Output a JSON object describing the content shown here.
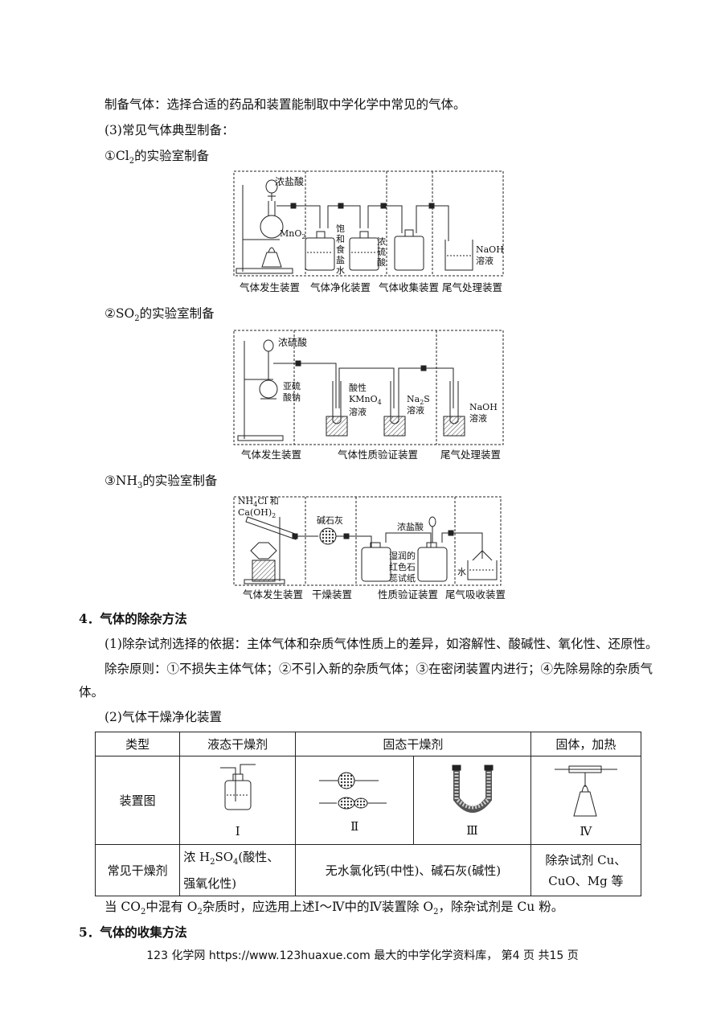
{
  "text": {
    "prep_gas": "制备气体：选择合适的药品和装置能制取中学化学中常见的气体。",
    "typical_prep": "(3)常见气体典型制备：",
    "cl2_title_pre": "①Cl",
    "cl2_title_sub": "2",
    "cl2_title_post": "的实验室制备",
    "so2_title_pre": "②SO",
    "so2_title_sub": "2",
    "so2_title_post": "的实验室制备",
    "nh3_title_pre": "③NH",
    "nh3_title_sub": "3",
    "nh3_title_post": "的实验室制备",
    "sec4_title": "4．气体的除杂方法",
    "sec4_p1": "(1)除杂试剂选择的依据：主体气体和杂质气体性质上的差异，如溶解性、酸碱性、氧化性、还原性。",
    "sec4_p2a": "除杂原则：①不损失主体气体；②不引入新的杂质气体；③在密闭装置内进行；④先除易除的杂质气",
    "sec4_p2b": "体。",
    "sec4_p3": "(2)气体干燥净化装置",
    "note_a": "当 CO",
    "note_b": "2",
    "note_c": "中混有 O",
    "note_d": "2",
    "note_e": "杂质时，应选用上述Ⅰ～Ⅳ中的Ⅳ装置除 O",
    "note_f": "2",
    "note_g": "，除杂试剂是 Cu 粉。",
    "sec5_title": "5．气体的收集方法",
    "footer": "123 化学网  https://www.123huaxue.com  最大的中学化学资料库，  第4 页  共15 页"
  },
  "fig_cl2": {
    "reagent_top": "浓盐酸",
    "mno2_pre": "MnO",
    "mno2_sub": "2",
    "bottle1": [
      "饱",
      "和",
      "食",
      "盐",
      "水"
    ],
    "bottle2": [
      "浓",
      "硫",
      "酸"
    ],
    "naoh": "NaOH",
    "solution": "溶液",
    "captions": [
      "气体发生装置",
      "气体净化装置",
      "气体收集装置",
      "尾气处理装置"
    ]
  },
  "fig_so2": {
    "reagent_top": "浓硫酸",
    "salt1": "亚硫",
    "salt2": "酸钠",
    "kmno4_1": "酸性",
    "kmno4_2": "KMnO",
    "kmno4_sub": "4",
    "kmno4_3": "溶液",
    "na2s_pre": "Na",
    "na2s_sub": "2",
    "na2s_post": "S",
    "na2s_sol": "溶液",
    "naoh": "NaOH",
    "naoh_sol": "溶液",
    "captions": [
      "气体发生装置",
      "气体性质验证装置",
      "尾气处理装置"
    ]
  },
  "fig_nh3": {
    "reagent1_pre": "NH",
    "reagent1_sub": "4",
    "reagent1_post": "Cl 和",
    "reagent2_pre": "Ca(OH)",
    "reagent2_sub": "2",
    "soda_lime": "碱石灰",
    "hcl": "浓盐酸",
    "paper1": "湿润的",
    "paper2": "红色石",
    "paper3": "蕊试纸",
    "water": "水",
    "captions": [
      "气体发生装置",
      "干燥装置",
      "性质验证装置",
      "尾气吸收装置"
    ]
  },
  "table": {
    "h_type": "类型",
    "h_liquid": "液态干燥剂",
    "h_solid": "固态干燥剂",
    "h_heat": "固体，加热",
    "r_device": "装置图",
    "roman": [
      "Ⅰ",
      "Ⅱ",
      "Ⅲ",
      "Ⅳ"
    ],
    "r_common": "常见干燥剂",
    "liquid_1a": "浓 H",
    "liquid_1b": "2",
    "liquid_1c": "SO",
    "liquid_1d": "4",
    "liquid_1e": "(酸性、",
    "liquid_2": "强氧化性)",
    "solid_text": "无水氯化钙(中性)、碱石灰(碱性)",
    "heat_1": "除杂试剂 Cu、",
    "heat_2": "CuO、Mg 等"
  }
}
